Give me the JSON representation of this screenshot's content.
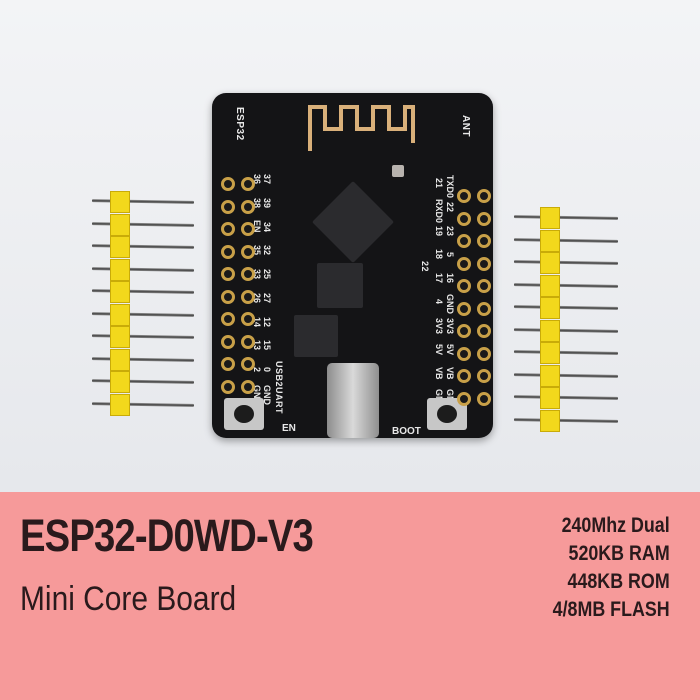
{
  "board": {
    "silkscreen_title": "ESP32",
    "antenna_label": "ANT",
    "usb_label": "USB2UART",
    "en_button_label": "EN",
    "boot_button_label": "BOOT",
    "left_pins_outer": [
      "36",
      "38",
      "EN",
      "35",
      "33",
      "26",
      "14",
      "13",
      "2",
      "GND"
    ],
    "left_pins_inner": [
      "37",
      "39",
      "34",
      "32",
      "25",
      "27",
      "12",
      "15",
      "0",
      "GND"
    ],
    "right_pins_inner": [
      "21",
      "RXD0",
      "19",
      "18",
      "17",
      "4",
      "3V3",
      "5V",
      "VB",
      "GND"
    ],
    "right_pins_outer": [
      "TXD0",
      "22",
      "23",
      "5",
      "16",
      "GND",
      "3V3",
      "5V",
      "VB",
      "GND"
    ],
    "extra_label": "22"
  },
  "banner": {
    "title": "ESP32-D0WD-V3",
    "subtitle": "Mini Core Board",
    "specs": [
      "240Mhz Dual",
      "520KB RAM",
      "448KB ROM",
      "4/8MB FLASH"
    ],
    "background": "#f69a9a"
  }
}
